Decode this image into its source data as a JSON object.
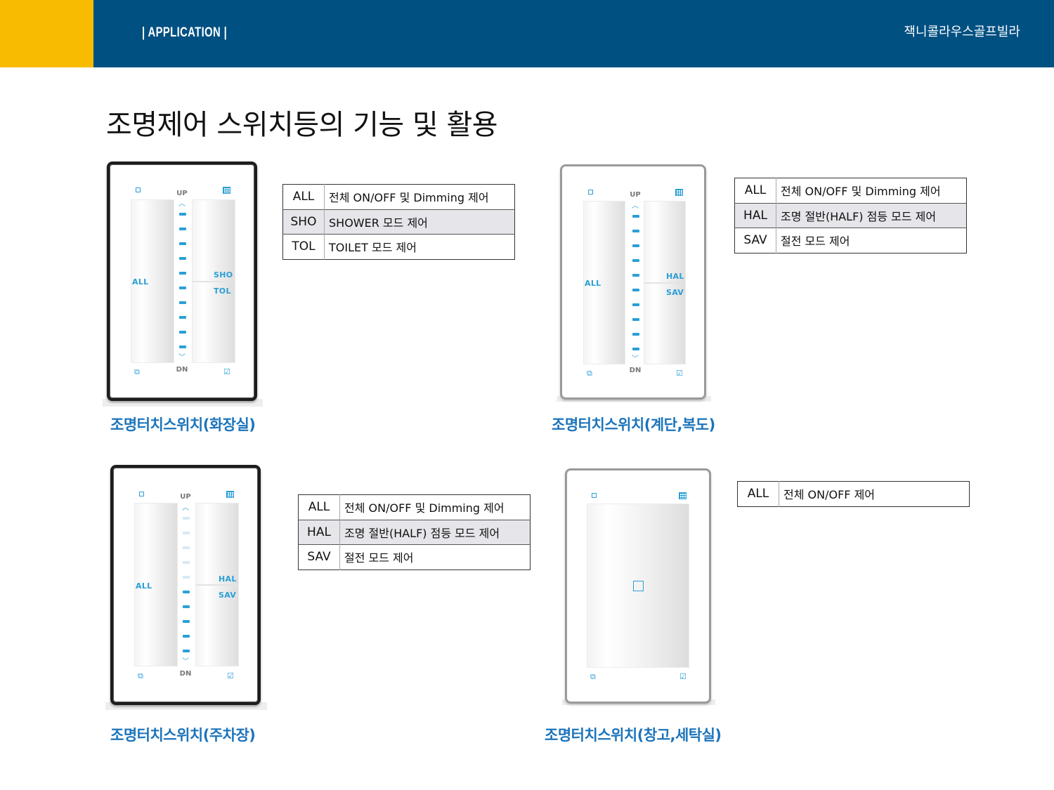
{
  "header": {
    "section": "| APPLICATION |",
    "project": "잭니콜라우스골프빌라"
  },
  "title": "조명제어 스위치등의 기능 및 활용",
  "switch_common": {
    "up": "UP",
    "dn": "DN"
  },
  "switches": [
    {
      "caption": "조명터치스위치(화장실)",
      "left_label": "ALL",
      "right_labels": [
        "SHO",
        "TOL"
      ]
    },
    {
      "caption": "조명터치스위치(계단,복도)",
      "left_label": "ALL",
      "right_labels": [
        "HAL",
        "SAV"
      ]
    },
    {
      "caption": "조명터치스위치(주차장)",
      "left_label": "ALL",
      "right_labels": [
        "HAL",
        "SAV"
      ]
    },
    {
      "caption": "조명터치스위치(창고,세탁실)"
    }
  ],
  "tables": [
    {
      "rows": [
        {
          "code": "ALL",
          "desc": "전체 ON/OFF 및 Dimming 제어"
        },
        {
          "code": "SHO",
          "desc": "SHOWER 모드 제어"
        },
        {
          "code": "TOL",
          "desc": "TOILET 모드 제어"
        }
      ]
    },
    {
      "rows": [
        {
          "code": "ALL",
          "desc": "전체 ON/OFF 및 Dimming 제어"
        },
        {
          "code": "HAL",
          "desc": "조명 절반(HALF) 점등 모드 제어"
        },
        {
          "code": "SAV",
          "desc": "절전 모드 제어"
        }
      ]
    },
    {
      "rows": [
        {
          "code": "ALL",
          "desc": "전체 ON/OFF 및 Dimming 제어"
        },
        {
          "code": "HAL",
          "desc": "조명 절반(HALF) 점등 모드 제어"
        },
        {
          "code": "SAV",
          "desc": "절전 모드 제어"
        }
      ]
    },
    {
      "rows": [
        {
          "code": "ALL",
          "desc": "전체 ON/OFF 제어"
        }
      ]
    }
  ]
}
